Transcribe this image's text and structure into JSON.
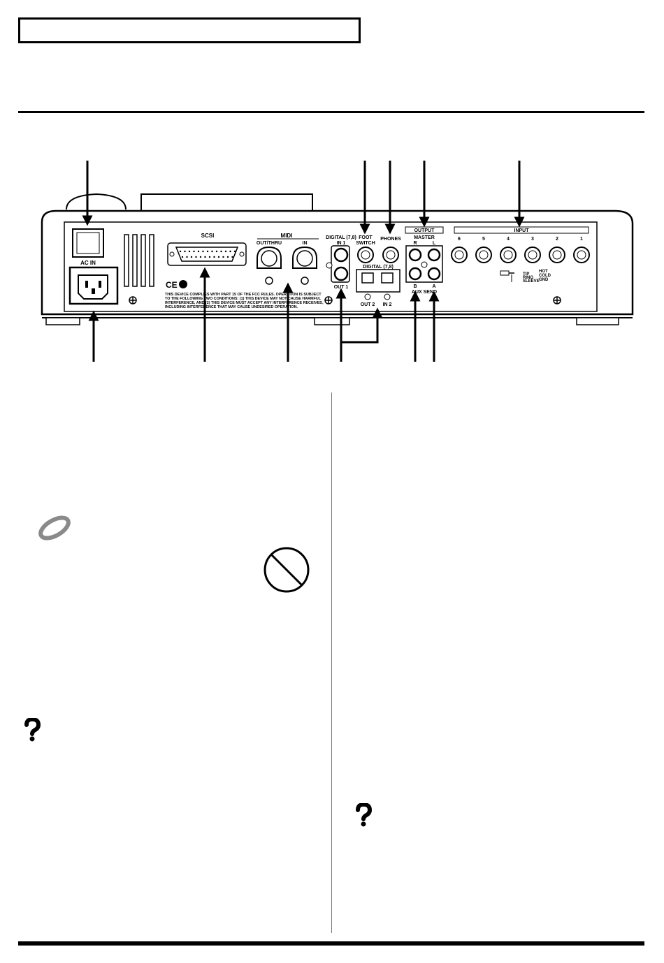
{
  "panel": {
    "scsi": "SCSI",
    "ac_in": "AC IN",
    "midi": "MIDI",
    "out_thru": "OUT/THRU",
    "midi_in": "IN",
    "digital_78": "DIGITAL (7,8)",
    "in_1": "IN 1",
    "out_1": "OUT 1",
    "foot": "FOOT",
    "switch": "SWITCH",
    "phones": "PHONES",
    "digital_78_opt": "DIGITAL (7,8)",
    "out_2": "OUT 2",
    "in_2": "IN 2",
    "output": "OUTPUT",
    "master": "MASTER",
    "r": "R",
    "l": "L",
    "b": "B",
    "a": "A",
    "aux_send": "AUX SEND",
    "input": "INPUT",
    "input_numbers": [
      "6",
      "5",
      "4",
      "3",
      "2",
      "1"
    ],
    "tip": "TIP",
    "ring": "RING",
    "sleeve": "SLEEVE",
    "hot": "HOT",
    "cold": "COLD",
    "gnd": "GND",
    "fcc_lines": [
      "THIS DEVICE COMPLIES WITH PART 15 OF THE FCC RULES. OPERATION IS SUBJECT",
      "TO THE FOLLOWING TWO CONDITIONS: (1) THIS DEVICE MAY NOT CAUSE HARMFUL",
      "INTERFERENCE, AND (2) THIS DEVICE MUST ACCEPT ANY INTERFERENCE RECEIVED,",
      "INCLUDING INTERFERENCE THAT MAY CAUSE UNDESIRED OPERATION."
    ],
    "ce_mark": "CE"
  },
  "icons": {
    "note": "note-icon",
    "prohibited": "prohibited-icon",
    "hint_left": "question-mark-icon",
    "hint_right": "question-mark-icon"
  }
}
